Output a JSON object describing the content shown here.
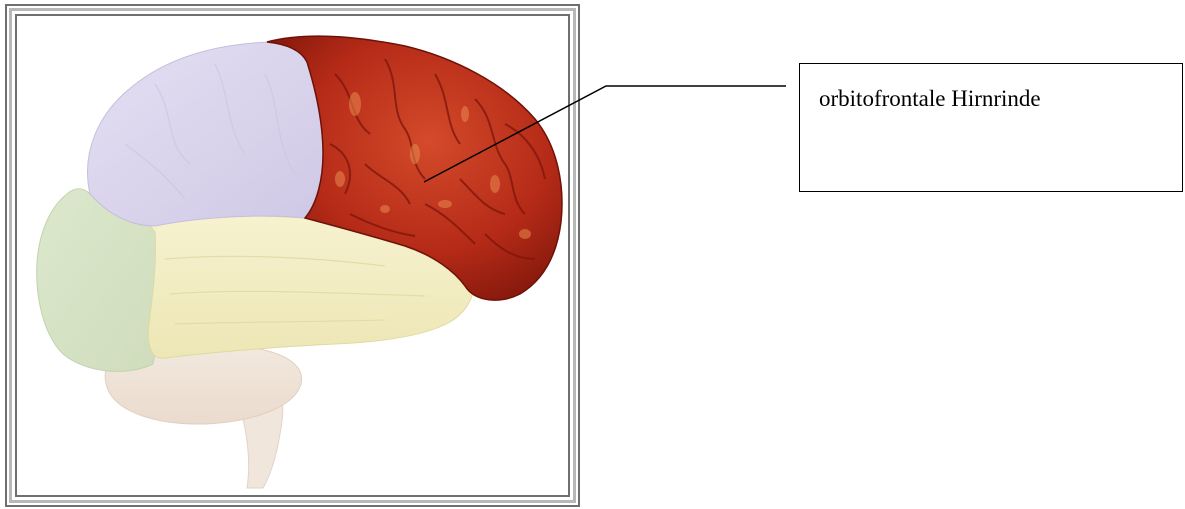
{
  "callout": {
    "label": "orbitofrontale Hirnrinde"
  },
  "regions": {
    "frontal_highlighted": {
      "name": "frontal-lobe",
      "color": "#b42a17"
    },
    "parietal": {
      "name": "parietal-lobe",
      "color": "#d9d4ec"
    },
    "temporal": {
      "name": "temporal-lobe",
      "color": "#f3efc4"
    },
    "occipital": {
      "name": "occipital-lobe",
      "color": "#d7e4c6"
    },
    "cerebellum": {
      "name": "cerebellum",
      "color": "#efe3d8"
    },
    "brainstem": {
      "name": "brainstem",
      "color": "#f1e6dc"
    }
  }
}
